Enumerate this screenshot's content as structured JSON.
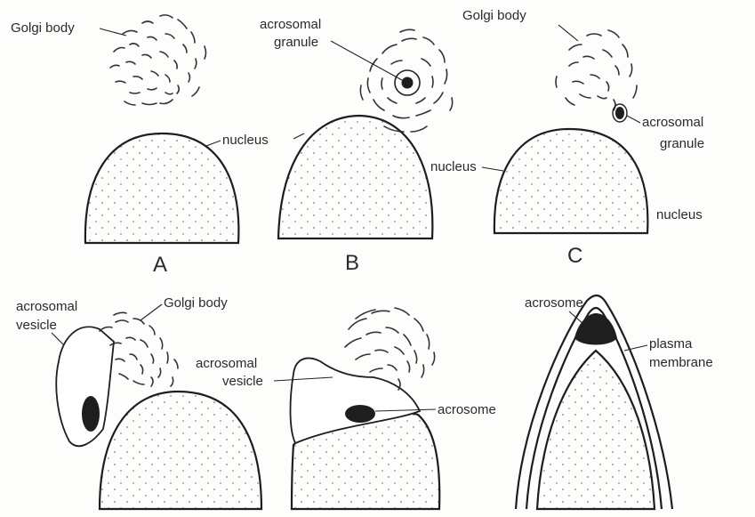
{
  "labels": {
    "golgi_body": "Golgi body",
    "acrosomal_granule_line1": "acrosomal",
    "acrosomal_granule_line2": "granule",
    "nucleus": "nucleus",
    "acrosomal_vesicle_line1": "acrosomal",
    "acrosomal_vesicle_line2": "vesicle",
    "acrosome": "acrosome",
    "plasma_line1": "plasma",
    "plasma_line2": "membrane"
  },
  "stage_letters": [
    "A",
    "B",
    "C"
  ]
}
